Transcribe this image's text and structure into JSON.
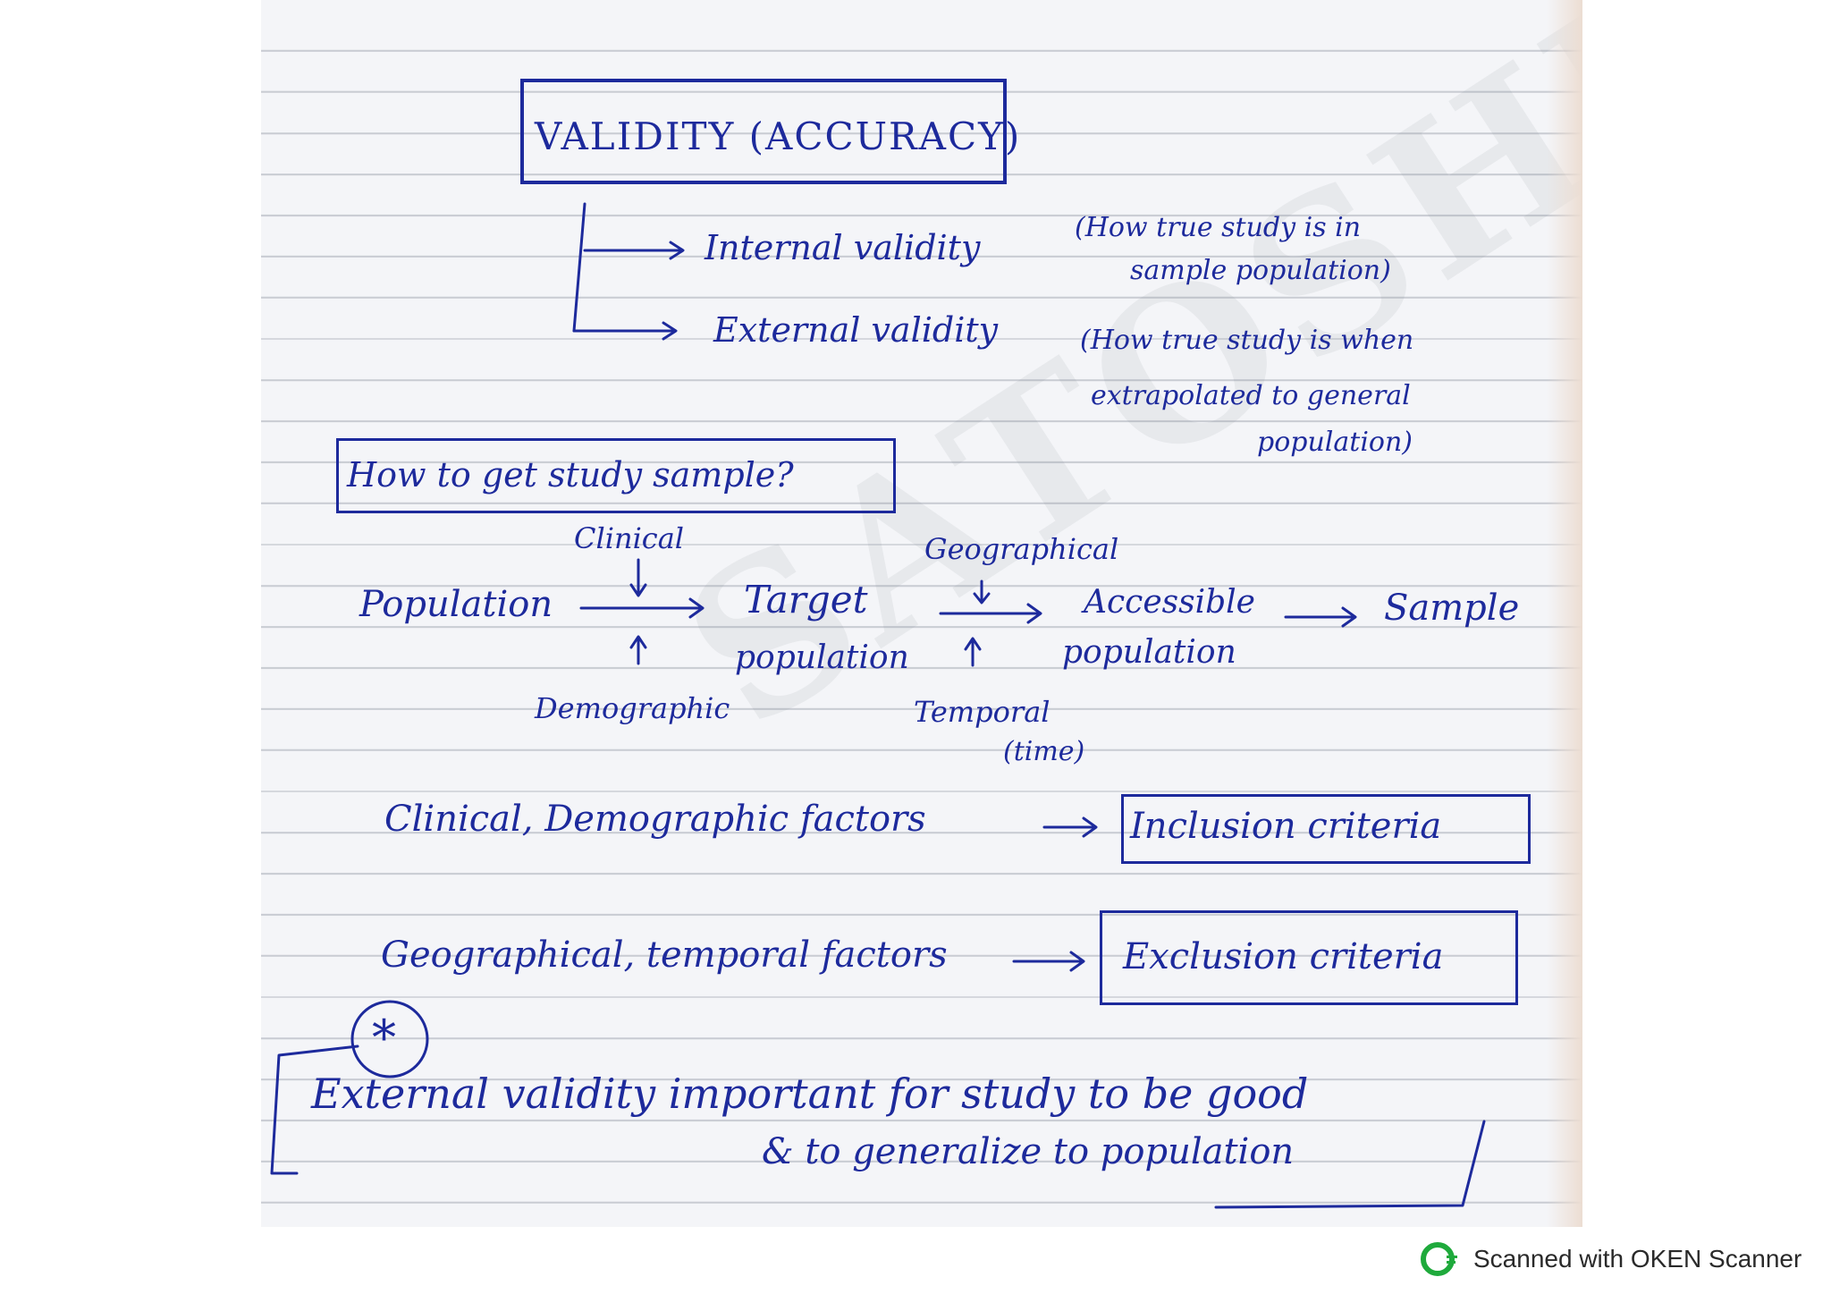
{
  "title": "VALIDITY (ACCURACY)",
  "validity_types": [
    {
      "label": "Internal validity",
      "note_line1": "(How true study is in",
      "note_line2": "sample population)"
    },
    {
      "label": "External validity",
      "note_line1": "(How true study is when",
      "note_line2": "extrapolated to general",
      "note_line3": "population)"
    }
  ],
  "sample_heading": "How to get study sample?",
  "flow": {
    "population": "Population",
    "target_line1": "Target",
    "target_line2": "population",
    "accessible_line1": "Accessible",
    "accessible_line2": "population",
    "sample": "Sample",
    "clinical": "Clinical",
    "demographic": "Demographic",
    "geographical": "Geographical",
    "temporal_line1": "Temporal",
    "temporal_line2": "(time)"
  },
  "criteria": [
    {
      "factors": "Clinical, Demographic factors",
      "result": "Inclusion criteria"
    },
    {
      "factors": "Geographical, temporal factors",
      "result": "Exclusion criteria"
    }
  ],
  "star_mark": "*",
  "conclusion_line1": "External validity important for study to be good",
  "conclusion_line2": "& to generalize to population",
  "watermark": "SATOSHIastic",
  "footer": {
    "text": "Scanned with OKEN Scanner",
    "logo_icon": "oken-scanner-logo-icon",
    "accent": "#1faa3c"
  }
}
